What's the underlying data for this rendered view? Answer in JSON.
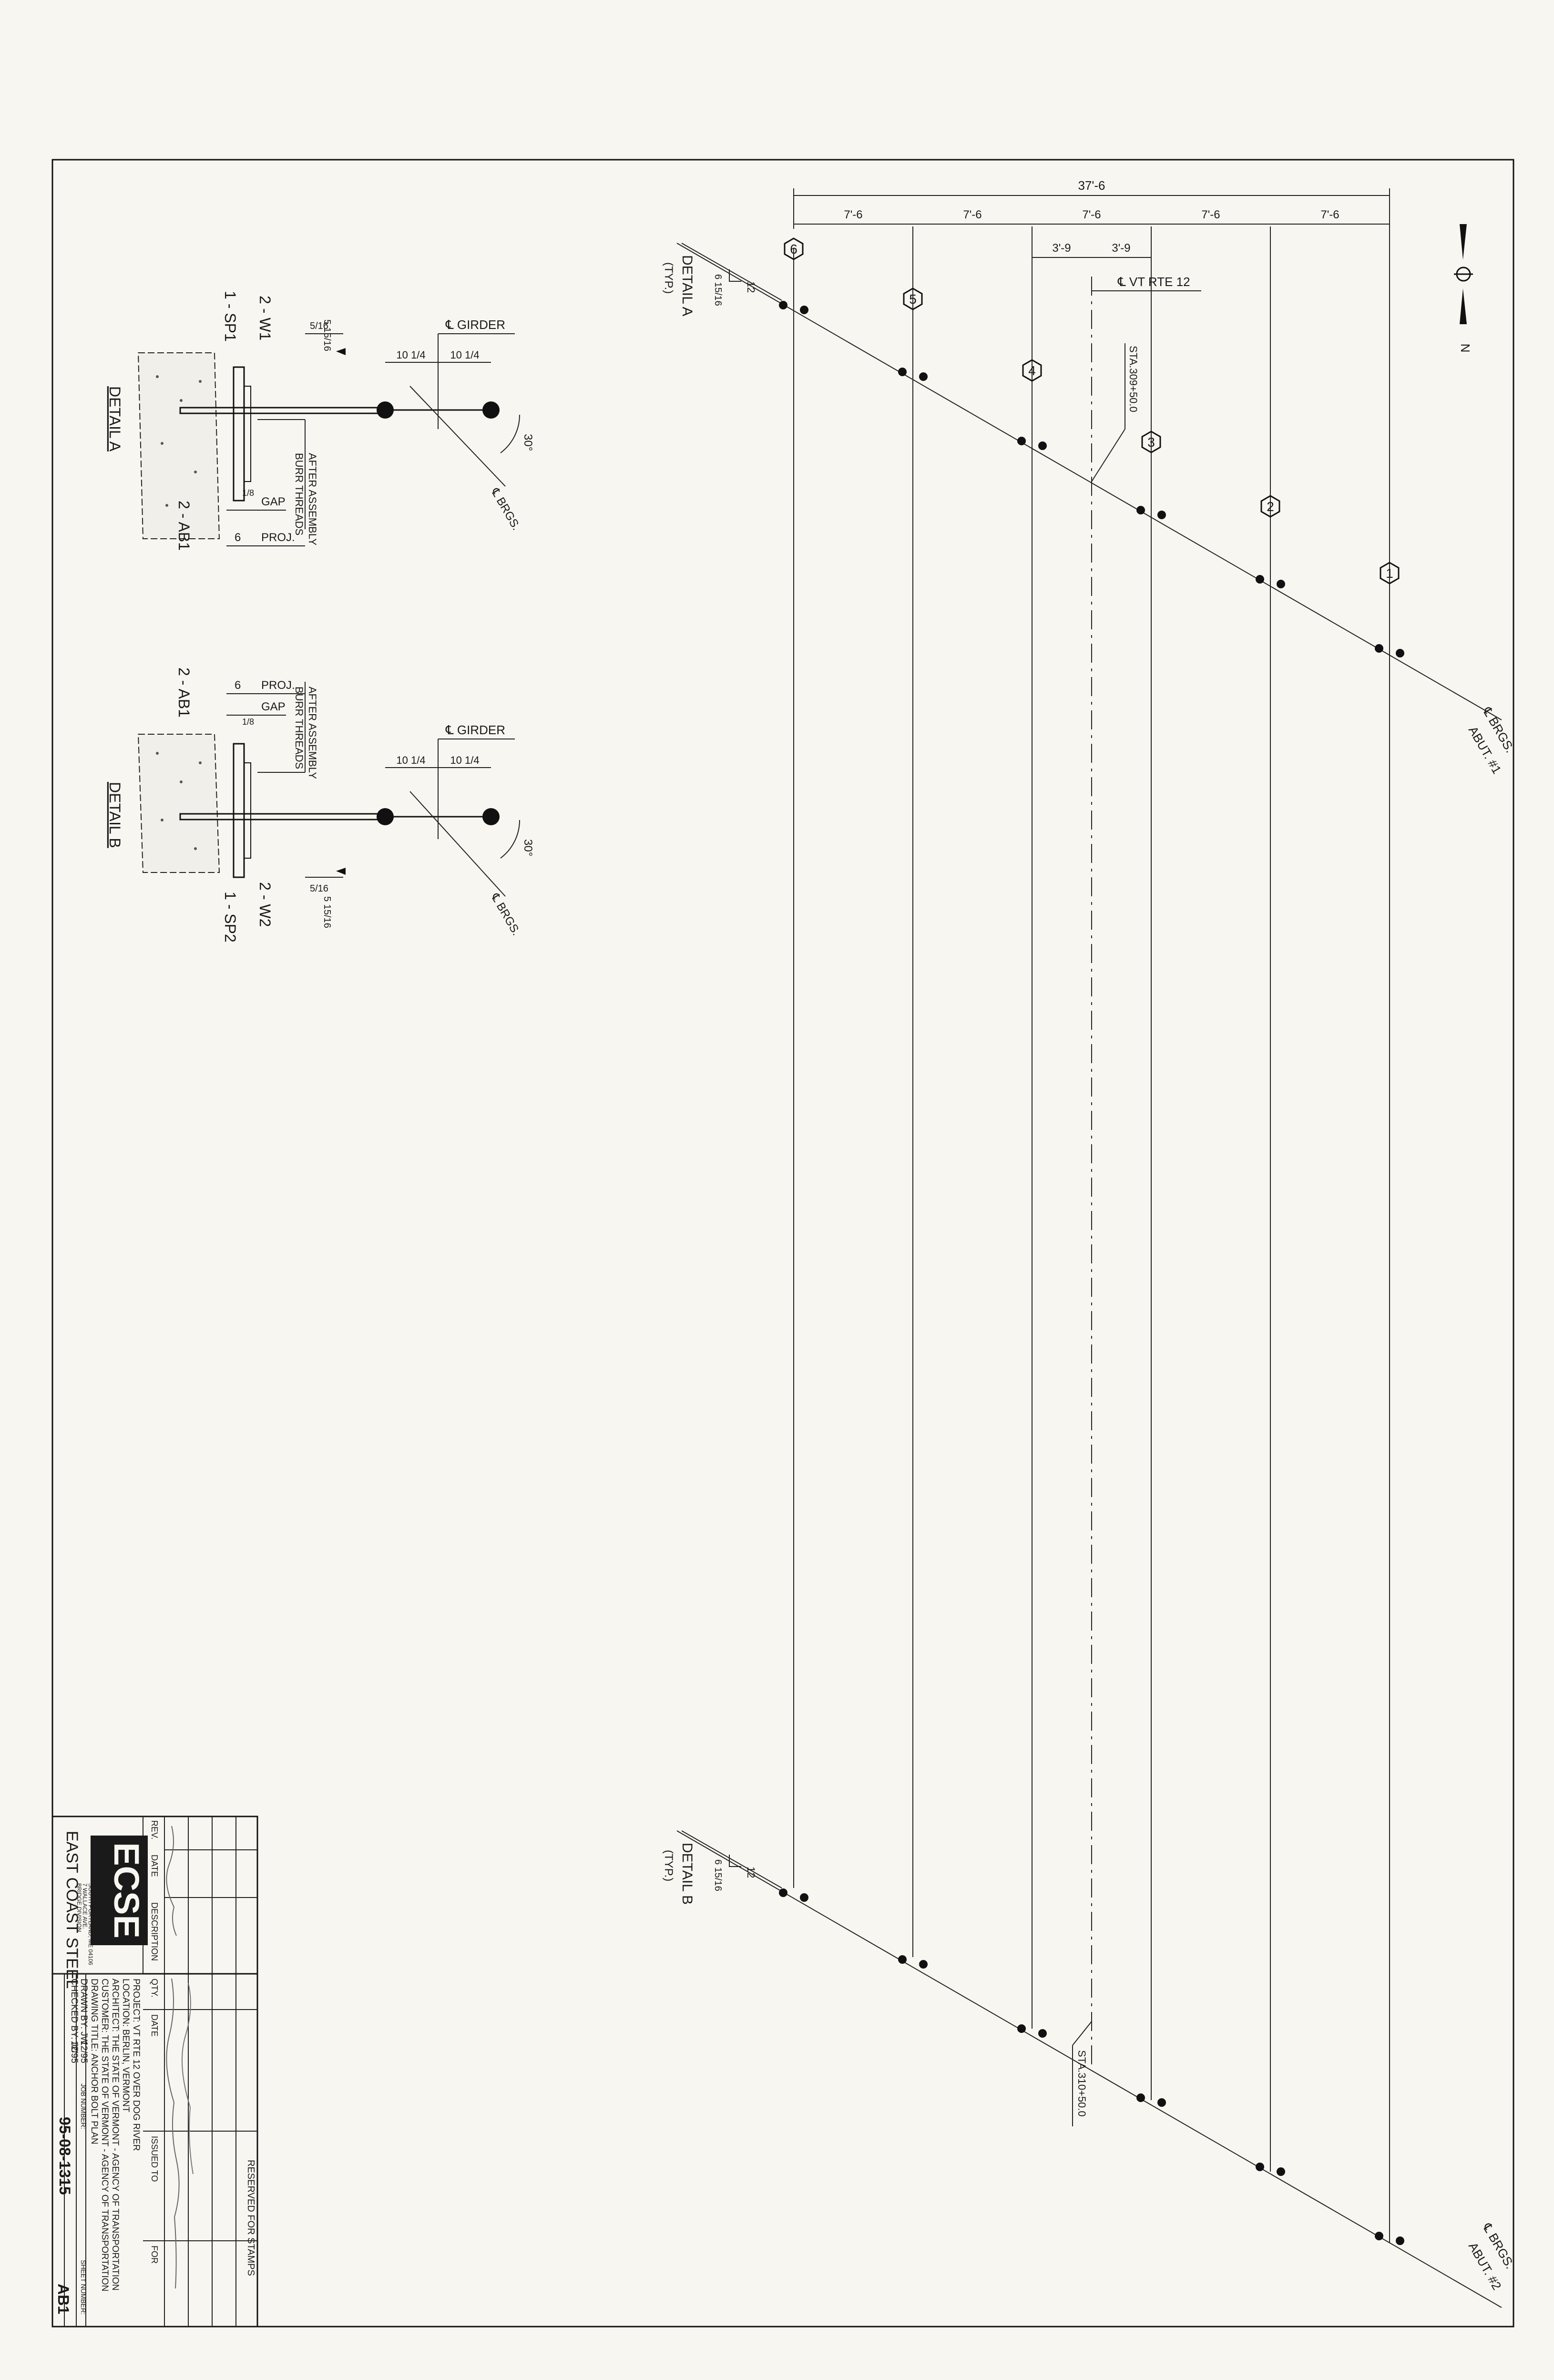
{
  "plan": {
    "overall_dim": "37'-6",
    "bay_dims": [
      "7'-6",
      "7'-6",
      "7'-6",
      "7'-6",
      "7'-6"
    ],
    "half_dims": [
      "3'-9",
      "3'-9"
    ],
    "cl_road": "℄ VT RTE 12",
    "north_label": "N",
    "girders": [
      "6",
      "5",
      "4",
      "3",
      "2",
      "1"
    ],
    "station_top": "STA.309+50.0",
    "station_bottom": "STA.310+50.0",
    "detail_a_callout": [
      "DETAIL A",
      "(TYP.)"
    ],
    "detail_b_callout": [
      "DETAIL B",
      "(TYP.)"
    ],
    "weld_top": [
      "12",
      "6 15/16"
    ],
    "weld_bottom": [
      "12",
      "6 15/16"
    ],
    "brg_abut1": [
      "℄ BRGS.",
      "ABUT. #1"
    ],
    "brg_abut2": [
      "℄ BRGS.",
      "ABUT. #2"
    ]
  },
  "detail_a": {
    "title": "DETAIL A",
    "girder": "℄ GIRDER",
    "spacing": [
      "10 1/4",
      "10 1/4"
    ],
    "angle": "30°",
    "brgs": "℄ BRGS.",
    "burr": [
      "BURR THREADS",
      "AFTER ASSEMBLY"
    ],
    "gap": "GAP",
    "proj": "PROJ.",
    "proj_dim": "6",
    "gap_dim": "1/8",
    "weld": "5/16",
    "weld_size": "5 15/16",
    "plate": "1 - SP1",
    "weld_mark": "2 - W1",
    "bolt_mark": "2 - AB1"
  },
  "detail_b": {
    "title": "DETAIL B",
    "girder": "℄ GIRDER",
    "spacing": [
      "10 1/4",
      "10 1/4"
    ],
    "angle": "30°",
    "brgs": "℄ BRGS.",
    "burr": [
      "BURR THREADS",
      "AFTER ASSEMBLY"
    ],
    "gap": "GAP",
    "proj": "PROJ.",
    "proj_dim": "6",
    "gap_dim": "1/8",
    "weld": "5/16",
    "weld_size": "5 15/16",
    "plate": "1 - SP2",
    "weld_mark": "2 - W2",
    "bolt_mark": "2 - AB1"
  },
  "title_block": {
    "reserved": "RESERVED FOR STAMPS",
    "logo": "ECSE",
    "company": "EAST COAST STEEL",
    "company_sub": [
      "BRIDGE DIVISION",
      "7 WALLACE AVE.",
      "SOUTH PORTLAND, ME 04106",
      "207-775-1460"
    ],
    "rev_headers": [
      "REV.",
      "DATE",
      "DESCRIPTION"
    ],
    "rev_rows": [
      [
        "",
        "",
        ""
      ],
      [
        "",
        "",
        ""
      ],
      [
        "",
        "",
        ""
      ],
      [
        "",
        "",
        ""
      ]
    ],
    "issue_headers": [
      "QTY.",
      "DATE",
      "ISSUED TO",
      "FOR"
    ],
    "project": "PROJECT: VT RTE 12 OVER DOG RIVER",
    "location": "LOCATION: BERLIN, VERMONT",
    "architect": "ARCHITECT: THE STATE OF VERMONT - AGENCY OF TRANSPORTATION",
    "customer": "CUSTOMER: THE STATE OF VERMONT - AGENCY OF TRANSPORTATION",
    "drawing_title": "DRAWING TITLE: ANCHOR BOLT PLAN",
    "drawn_by": "DRAWN BY: JW",
    "drawn_date": "12/95",
    "checked_by": "CHECKED BY: JC",
    "checked_date": "12/95",
    "job_label": "JOB NUMBER:",
    "job_number": "95-08-1315",
    "sheet_label": "SHEET NUMBER:",
    "sheet_number": "AB1"
  }
}
